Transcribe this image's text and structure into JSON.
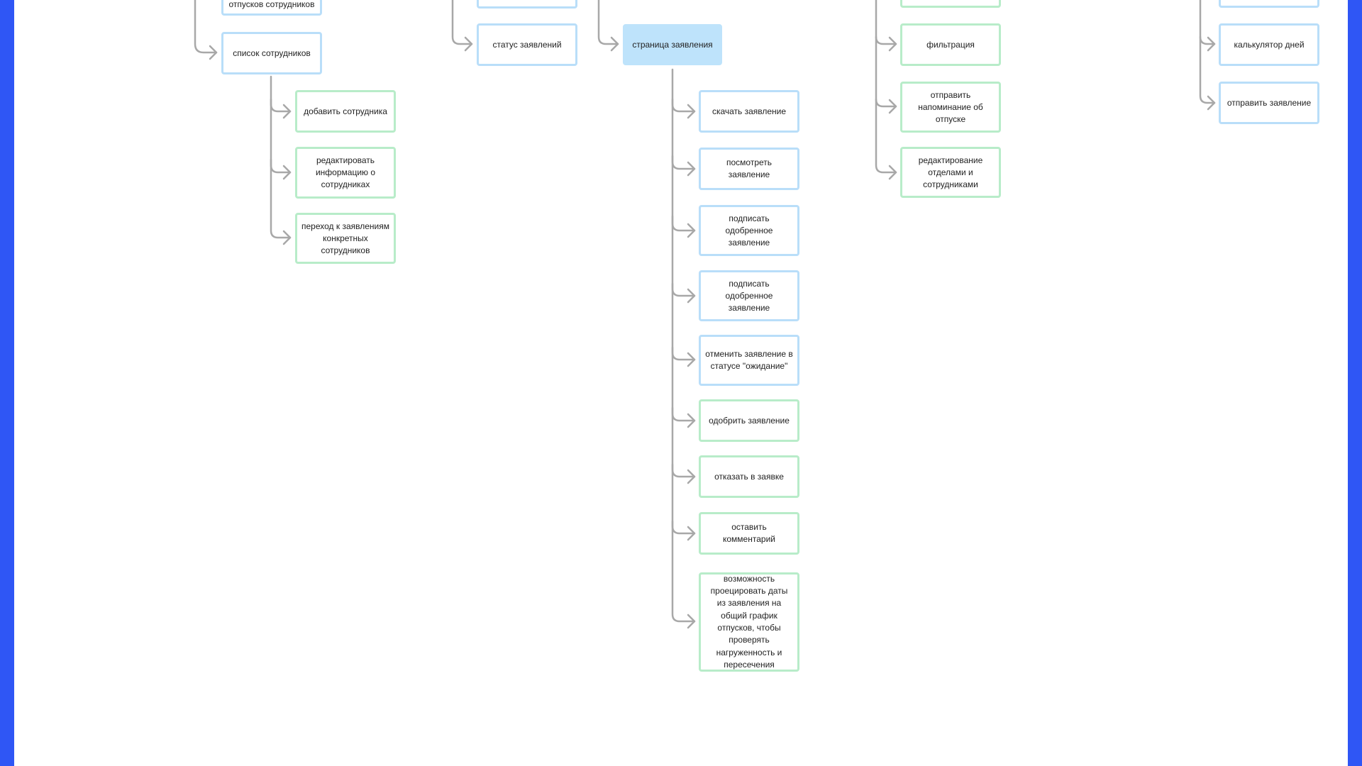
{
  "colors": {
    "frame": "#2f56f5",
    "blue_border": "#b9def9",
    "green_border": "#b8ecc9",
    "highlight_fill": "#bee3fb",
    "connector": "#a8a8a8"
  },
  "nodes": {
    "vacation_schedule": "отпусков сотрудников",
    "employee_list": "список сотрудников",
    "add_employee": "добавить сотрудника",
    "edit_employee_info": "редактировать информацию о сотрудниках",
    "go_to_employee_requests": "переход к заявлениям конкретных сотрудников",
    "request_status": "статус заявлений",
    "request_page": "страница заявления",
    "download_request": "скачать заявление",
    "view_request": "посмотреть заявление",
    "sign_approved_1": "подписать одобренное заявление",
    "sign_approved_2": "подписать одобренное заявление",
    "cancel_pending": "отменить заявление в статусе \"ожидание\"",
    "approve_request": "одобрить заявление",
    "reject_request": "отказать в заявке",
    "leave_comment": "оставить комментарий",
    "project_dates": "возможность проецировать даты из заявления на общий график отпусков, чтобы проверять нагруженность и пересечения",
    "filtering": "фильтрация",
    "send_reminder": "отправить напоминание об отпуске",
    "edit_departments": "редактирование отделами и сотрудниками",
    "day_calculator": "калькулятор дней",
    "send_request": "отправить заявление"
  }
}
